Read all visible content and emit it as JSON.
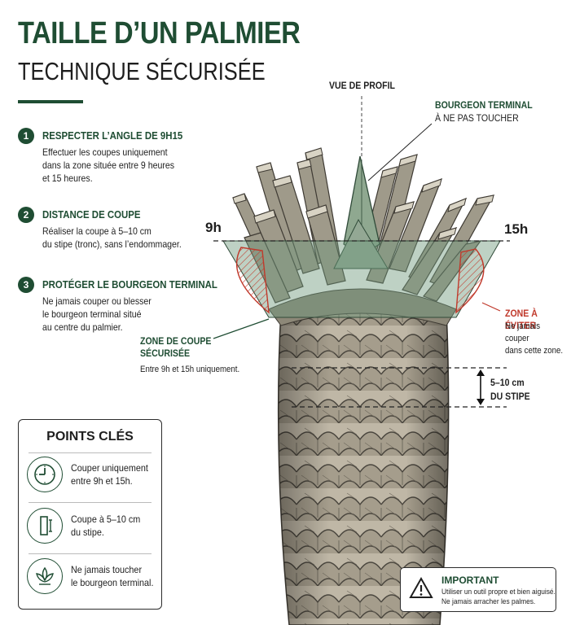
{
  "header": {
    "title": "TAILLE D’UN PALMIER",
    "subtitle": "TECHNIQUE SÉCURISÉE"
  },
  "steps": [
    {
      "num": "1",
      "title": "RESPECTER L’ANGLE DE 9H15",
      "text": "Effectuer les coupes uniquement\ndans la zone située entre 9 heures\net 15 heures."
    },
    {
      "num": "2",
      "title": "DISTANCE DE COUPE",
      "text": "Réaliser la coupe à 5–10 cm\ndu stipe (tronc), sans l’endommager."
    },
    {
      "num": "3",
      "title": "PROTÉGER LE BOURGEON TERMINAL",
      "text": "Ne jamais couper ou blesser\nle bourgeon terminal situé\nau centre du palmier."
    }
  ],
  "diagram": {
    "view_label": "VUE DE PROFIL",
    "bud_title": "BOURGEON TERMINAL",
    "bud_note": "À NE PAS TOUCHER",
    "hour_left": "9h",
    "hour_right": "15h",
    "safe_zone_title": "ZONE DE COUPE\nSÉCURISÉE",
    "safe_zone_note": "Entre 9h et 15h uniquement.",
    "avoid_zone_title": "ZONE À ÉVITER",
    "avoid_zone_note": "Ne jamais couper\ndans cette zone.",
    "distance_label": "5–10 cm\nDU STIPE"
  },
  "key_points": {
    "title": "POINTS CLÉS",
    "items": [
      {
        "icon": "clock-icon",
        "text": "Couper uniquement\nentre 9h et 15h."
      },
      {
        "icon": "trunk-icon",
        "text": "Coupe à 5–10 cm\ndu stipe."
      },
      {
        "icon": "bud-icon",
        "text": "Ne jamais toucher\nle bourgeon terminal."
      }
    ]
  },
  "important": {
    "title": "IMPORTANT",
    "text": "Utiliser un outil propre et bien aiguisé.\nNe jamais arracher les palmes."
  },
  "colors": {
    "brand_green": "#1f4d33",
    "zone_green": "#6f9a7c",
    "avoid_red": "#c0392b"
  }
}
